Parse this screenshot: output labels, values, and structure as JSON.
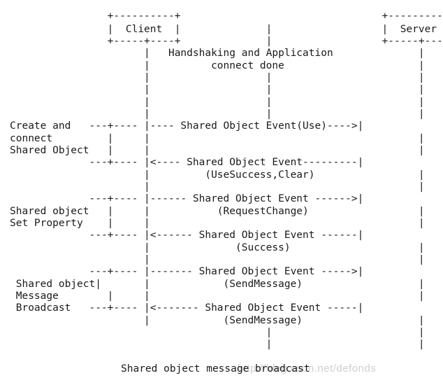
{
  "diagram": {
    "caption": "Shared object message broadcast",
    "watermark": "http://blog.csdn.net/defonds",
    "lines": [
      "                +----------+                                 +----------+",
      "                |  Client  |              |                  |  Server  |",
      "                +-----+----+              |                  +-----+----+",
      "                      |   Handshaking and Application              |",
      "                      |          connect done                      |",
      "                      |                   |                        |",
      "                      |                   |                        |",
      "                      |                   |                        |",
      "                      |                   |                        |",
      "Create and   ---+---- |---- Shared Object Event(Use)---->|",
      "connect         |     |                                            |",
      "Shared Object   |     |                                            |",
      "             ---+---- |<---- Shared Object Event---------|",
      "                      |         (UseSuccess,Clear)                 |",
      "                      |                                            |",
      "             ---+---- |------ Shared Object Event ------>|",
      "Shared object   |     |           (RequestChange)                  |",
      "Set Property    |     |                                            |",
      "             ---+---- |<------ Shared Object Event ------|",
      "                      |              (Success)                     |",
      "                      |                                            |",
      "             ---+---- |------- Shared Object Event ----->|",
      " Shared object|       |            (SendMessage)                   |",
      " Message        |     |                                            |",
      " Broadcast   ---+---- |<------- Shared Object Event -----|",
      "                      |            (SendMessage)                   |",
      "                                          |                        |",
      "                                          |                        |"
    ]
  }
}
